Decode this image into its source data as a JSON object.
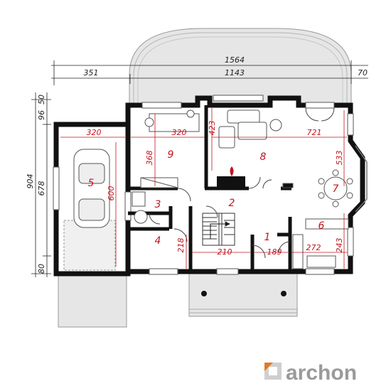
{
  "dimensions": {
    "top_total": "1564",
    "top_left": "351",
    "top_main": "1143",
    "top_right": "70",
    "left_total": "904",
    "left_main": "678",
    "left_bottom": "80",
    "left_top_a": "96",
    "left_top_b": "50",
    "garage_width": "320",
    "garage_length": "600",
    "room9_width": "320",
    "room9_depth": "368",
    "living_depth": "423",
    "living_width": "721",
    "living_right": "533",
    "hall_depth": "218",
    "stair_width": "210",
    "room1_width": "189",
    "kitchen_width": "272",
    "kitchen_depth": "243"
  },
  "rooms": [
    "1",
    "2",
    "3",
    "4",
    "5",
    "6",
    "7",
    "8",
    "9"
  ],
  "logo": {
    "text": "archon"
  },
  "colors": {
    "accent": "#c0151e",
    "wall": "#111111",
    "terrace": "#e6e6e6",
    "logo": "#9a9a9a"
  }
}
